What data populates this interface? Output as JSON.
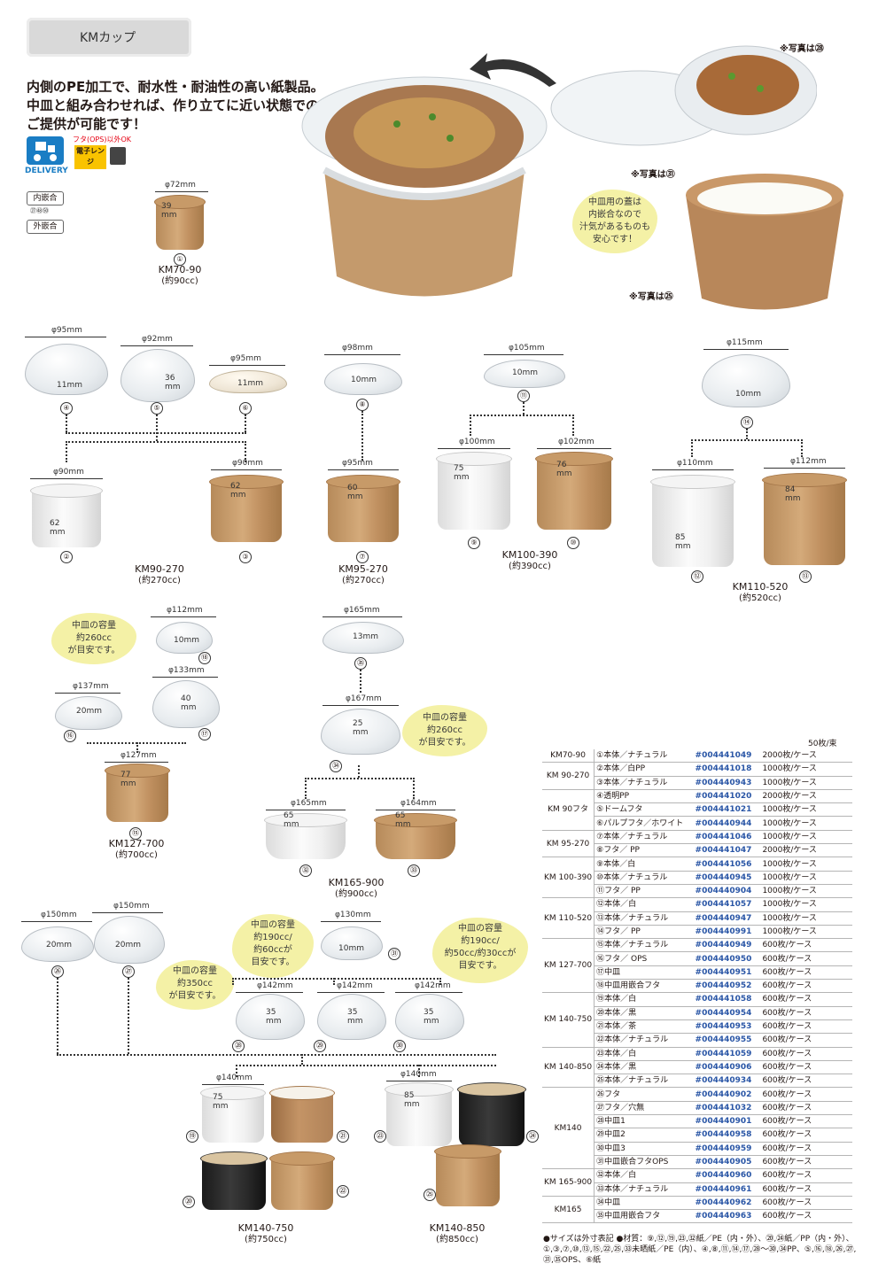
{
  "header": {
    "title": "KMカップ"
  },
  "intro": {
    "lines": [
      "内側のPE加工で、耐水性・耐油性の高い紙製品。",
      "中皿と組み合わせれば、作り立てに近い状態での",
      "ご提供が可能です！"
    ]
  },
  "icons": {
    "delivery": "DELIVERY",
    "lid_ok": "フタ(OPS)以外OK",
    "range": "電子レンジ",
    "inner_fit": "内嵌合",
    "inner_fit_nums": "㉗㊽㊿",
    "outer_fit": "外嵌合"
  },
  "photo_notes": {
    "n1": "※写真は㉘",
    "n2": "※写真は㉛",
    "n3": "※写真は㉕"
  },
  "bubbles": {
    "b1": [
      "中皿用の蓋は",
      "内嵌合なので",
      "汁気があるものも",
      "安心です！"
    ],
    "b2": [
      "中皿の容量",
      "約260cc",
      "が目安です。"
    ],
    "b3": [
      "中皿の容量",
      "約260cc",
      "が目安です。"
    ],
    "b4": [
      "中皿の容量",
      "約190cc/",
      "約60ccが",
      "目安です。"
    ],
    "b5": [
      "中皿の容量",
      "約350cc",
      "が目安です。"
    ],
    "b6": [
      "中皿の容量",
      "約190cc/",
      "約50cc/約30ccが",
      "目安です。"
    ]
  },
  "diagram": {
    "km7090": {
      "dia": "φ72mm",
      "h": "39 mm",
      "num": "①",
      "name": "KM70-90",
      "cap": "(約90cc)"
    },
    "lids90": [
      {
        "dia": "φ95mm",
        "h": "11mm",
        "num": "④"
      },
      {
        "dia": "φ92mm",
        "h": "36 mm",
        "num": "⑤"
      },
      {
        "dia": "φ95mm",
        "h": "11mm",
        "num": "⑥"
      }
    ],
    "cups90": [
      {
        "dia": "φ90mm",
        "h": "62 mm",
        "num": "②"
      },
      {
        "dia": "φ90mm",
        "h": "62 mm",
        "num": "③"
      }
    ],
    "km90": {
      "name": "KM90-270",
      "cap": "(約270cc)"
    },
    "km95": {
      "lid_dia": "φ98mm",
      "lid_h": "10mm",
      "lid_num": "⑧",
      "cup_dia": "φ95mm",
      "cup_h": "60 mm",
      "cup_num": "⑦",
      "name": "KM95-270",
      "cap": "(約270cc)"
    },
    "km100": {
      "lid_dia": "φ105mm",
      "lid_h": "10mm",
      "lid_num": "⑪",
      "c1_dia": "φ100mm",
      "c1_h": "75 mm",
      "c1_num": "⑨",
      "c2_dia": "φ102mm",
      "c2_h": "76 mm",
      "c2_num": "⑩",
      "name": "KM100-390",
      "cap": "(約390cc)"
    },
    "km110": {
      "lid_dia": "φ115mm",
      "lid_h": "10mm",
      "lid_num": "⑭",
      "c1_dia": "φ110mm",
      "c1_h": "85 mm",
      "c1_num": "⑫",
      "c2_dia": "φ112mm",
      "c2_h": "84 mm",
      "c2_num": "⑬",
      "name": "KM110-520",
      "cap": "(約520cc)"
    },
    "km127": {
      "l1_dia": "φ112mm",
      "l1_h": "10mm",
      "l1_num": "⑱",
      "l2_dia": "φ133mm",
      "l2_h": "40 mm",
      "l2_num": "⑰",
      "l3_dia": "φ137mm",
      "l3_h": "20mm",
      "l3_num": "⑯",
      "cup_dia": "φ127mm",
      "cup_h": "77 mm",
      "cup_num": "⑮",
      "name": "KM127-700",
      "cap": "(約700cc)"
    },
    "km165": {
      "l1_dia": "φ165mm",
      "l1_h": "13mm",
      "l1_num": "㉟",
      "l2_dia": "φ167mm",
      "l2_h": "25 mm",
      "l2_num": "㉞",
      "c1_dia": "φ165mm",
      "c1_h": "65 mm",
      "c1_num": "㉜",
      "c2_dia": "φ164mm",
      "c2_h": "65 mm",
      "c2_num": "㉝",
      "name": "KM165-900",
      "cap": "(約900cc)"
    },
    "km140": {
      "l1_dia": "φ150mm",
      "l1_h": "20mm",
      "l1_num": "㉖",
      "l2_dia": "φ150mm",
      "l2_h": "20mm",
      "l2_num": "㉗",
      "l3_dia": "φ130mm",
      "l3_h": "10mm",
      "l3_num": "㉛",
      "p1_dia": "φ142mm",
      "p1_h": "35 mm",
      "p1_num": "㉘",
      "p2_dia": "φ142mm",
      "p2_h": "35 mm",
      "p2_num": "㉙",
      "p3_dia": "φ142mm",
      "p3_h": "35 mm",
      "p3_num": "㉚",
      "a_dia": "φ140mm",
      "a_h": "75 mm",
      "b_dia": "φ140mm",
      "b_h": "85 mm",
      "n19": "⑲",
      "n20": "⑳",
      "n21": "㉑",
      "n22": "㉒",
      "n23": "㉓",
      "n24": "㉔",
      "n25": "㉕",
      "name750": "KM140-750",
      "cap750": "(約750cc)",
      "name850": "KM140-850",
      "cap850": "(約850cc)"
    }
  },
  "table": {
    "unit": "50枚/束",
    "rows": [
      {
        "grp": "KM70-90",
        "span": 1,
        "item": "①本体／ナチュラル",
        "code": "#004441049",
        "qty": "2000枚/ケース"
      },
      {
        "grp": "KM 90-270",
        "span": 2,
        "item": "②本体／白PP",
        "code": "#004441018",
        "qty": "1000枚/ケース"
      },
      {
        "item": "③本体／ナチュラル",
        "code": "#004440943",
        "qty": "1000枚/ケース"
      },
      {
        "grp": "KM 90フタ",
        "span": 3,
        "item": "④透明PP",
        "code": "#004441020",
        "qty": "2000枚/ケース"
      },
      {
        "item": "⑤ドームフタ",
        "code": "#004441021",
        "qty": "1000枚/ケース"
      },
      {
        "item": "⑥パルプフタ／ホワイト",
        "code": "#004440944",
        "qty": "1000枚/ケース"
      },
      {
        "grp": "KM 95-270",
        "span": 2,
        "item": "⑦本体／ナチュラル",
        "code": "#004441046",
        "qty": "1000枚/ケース"
      },
      {
        "item": "⑧フタ／ PP",
        "code": "#004441047",
        "qty": "2000枚/ケース"
      },
      {
        "grp": "KM 100-390",
        "span": 3,
        "item": "⑨本体／白",
        "code": "#004441056",
        "qty": "1000枚/ケース"
      },
      {
        "item": "⑩本体／ナチュラル",
        "code": "#004440945",
        "qty": "1000枚/ケース"
      },
      {
        "item": "⑪フタ／ PP",
        "code": "#004440904",
        "qty": "1000枚/ケース"
      },
      {
        "grp": "KM 110-520",
        "span": 3,
        "item": "⑫本体／白",
        "code": "#004441057",
        "qty": "1000枚/ケース"
      },
      {
        "item": "⑬本体／ナチュラル",
        "code": "#004440947",
        "qty": "1000枚/ケース"
      },
      {
        "item": "⑭フタ／ PP",
        "code": "#004440991",
        "qty": "1000枚/ケース"
      },
      {
        "grp": "KM 127-700",
        "span": 4,
        "item": "⑮本体／ナチュラル",
        "code": "#004440949",
        "qty": "600枚/ケース"
      },
      {
        "item": "⑯フタ／ OPS",
        "code": "#004440950",
        "qty": "600枚/ケース"
      },
      {
        "item": "⑰中皿",
        "code": "#004440951",
        "qty": "600枚/ケース"
      },
      {
        "item": "⑱中皿用嵌合フタ",
        "code": "#004440952",
        "qty": "600枚/ケース"
      },
      {
        "grp": "KM 140-750",
        "span": 4,
        "item": "⑲本体／白",
        "code": "#004441058",
        "qty": "600枚/ケース"
      },
      {
        "item": "⑳本体／黒",
        "code": "#004440954",
        "qty": "600枚/ケース"
      },
      {
        "item": "㉑本体／茶",
        "code": "#004440953",
        "qty": "600枚/ケース"
      },
      {
        "item": "㉒本体／ナチュラル",
        "code": "#004440955",
        "qty": "600枚/ケース"
      },
      {
        "grp": "KM 140-850",
        "span": 3,
        "item": "㉓本体／白",
        "code": "#004441059",
        "qty": "600枚/ケース"
      },
      {
        "item": "㉔本体／黒",
        "code": "#004440906",
        "qty": "600枚/ケース"
      },
      {
        "item": "㉕本体／ナチュラル",
        "code": "#004440934",
        "qty": "600枚/ケース"
      },
      {
        "grp": "KM140",
        "span": 6,
        "item": "㉖フタ",
        "code": "#004440902",
        "qty": "600枚/ケース"
      },
      {
        "item": "㉗フタ／穴無",
        "code": "#004441032",
        "qty": "600枚/ケース"
      },
      {
        "item": "㉘中皿1",
        "code": "#004440901",
        "qty": "600枚/ケース"
      },
      {
        "item": "㉙中皿2",
        "code": "#004440958",
        "qty": "600枚/ケース"
      },
      {
        "item": "㉚中皿3",
        "code": "#004440959",
        "qty": "600枚/ケース"
      },
      {
        "item": "㉛中皿嵌合フタOPS",
        "code": "#004440905",
        "qty": "600枚/ケース"
      },
      {
        "grp": "KM 165-900",
        "span": 2,
        "item": "㉜本体／白",
        "code": "#004440960",
        "qty": "600枚/ケース"
      },
      {
        "item": "㉝本体／ナチュラル",
        "code": "#004440961",
        "qty": "600枚/ケース"
      },
      {
        "grp": "KM165",
        "span": 2,
        "item": "㉞中皿",
        "code": "#004440962",
        "qty": "600枚/ケース"
      },
      {
        "item": "㉟中皿用嵌合フタ",
        "code": "#004440963",
        "qty": "600枚/ケース"
      }
    ]
  },
  "footnote": "●サイズは外寸表記 ●材質：⑨,⑫,⑲,㉓,㉜紙／PE（内・外）、⑳,㉔紙／PP（内・外）、①,③,⑦,⑩,⑬,⑮,㉒,㉕,㉝未晒紙／PE（内）、④,⑧,⑪,⑭,⑰,㉘〜㉚,㉞PP、⑤,⑯,⑱,㉖,㉗,㉛,㉟OPS、⑥紙"
}
